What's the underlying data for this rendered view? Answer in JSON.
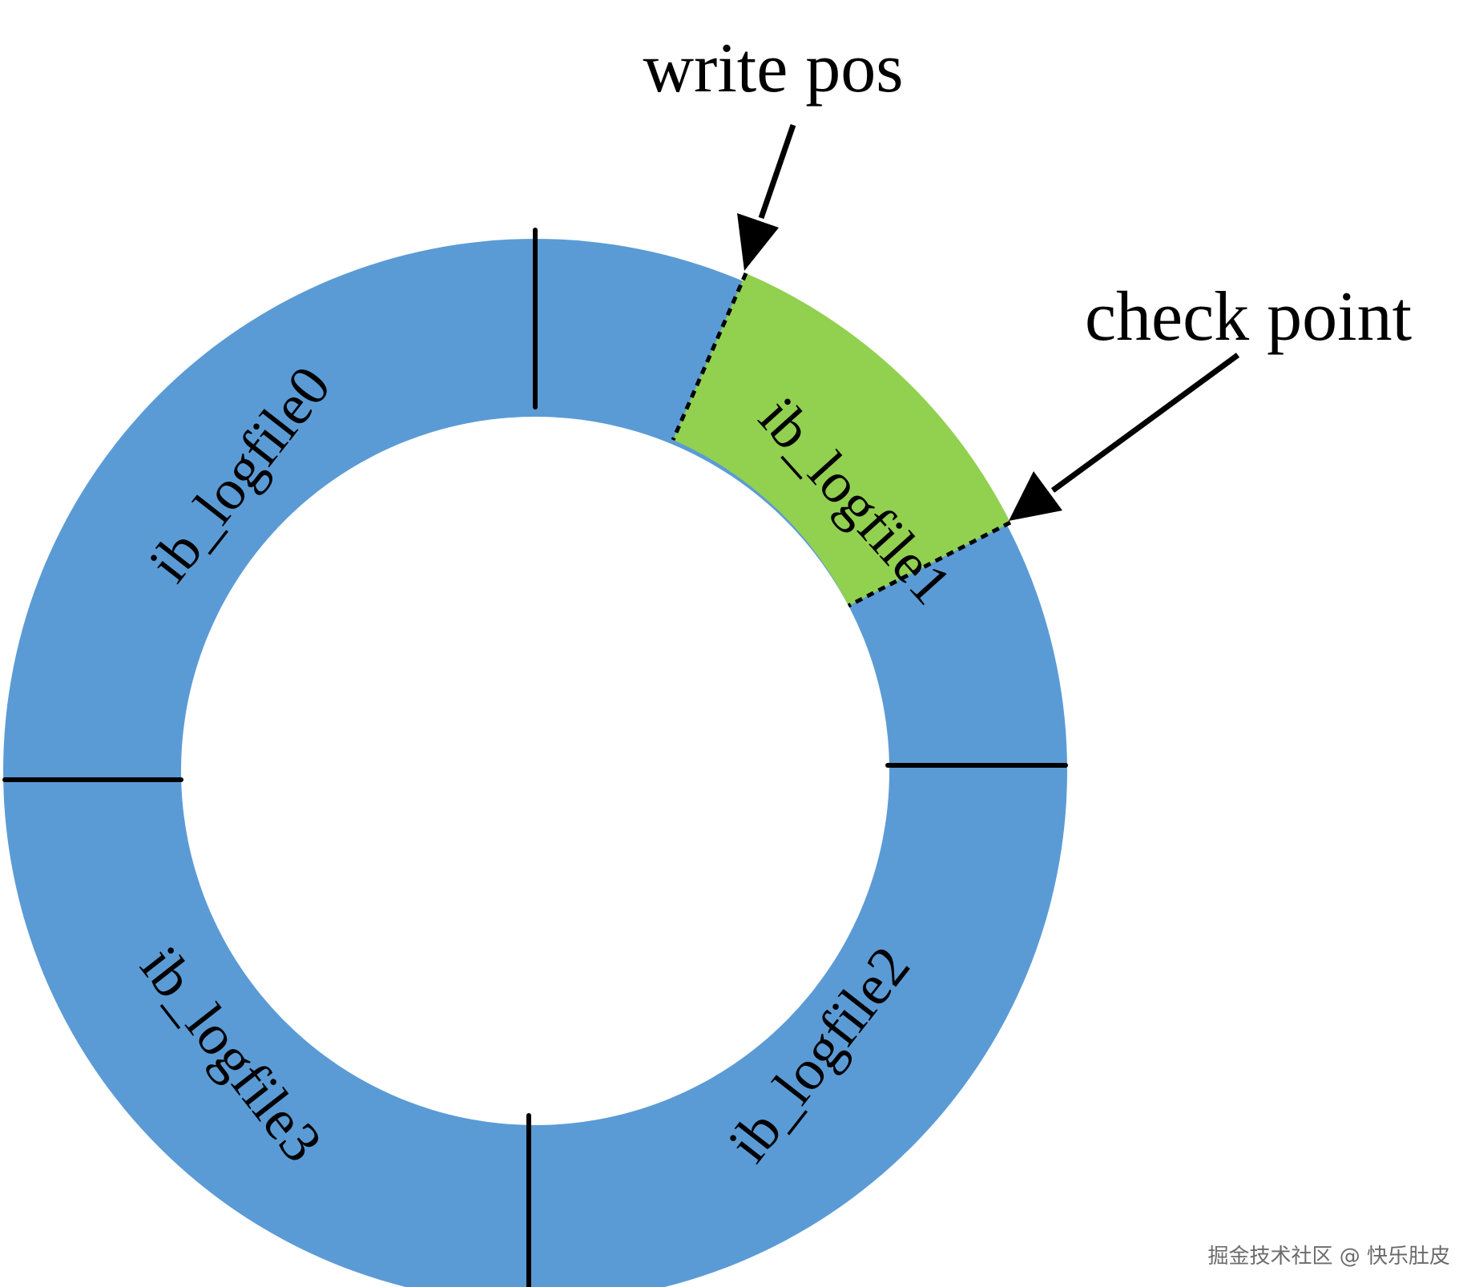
{
  "diagram": {
    "segments": [
      {
        "label": "ib_logfile0"
      },
      {
        "label": "ib_logfile1"
      },
      {
        "label": "ib_logfile2"
      },
      {
        "label": "ib_logfile3"
      }
    ],
    "callouts": {
      "write_pos": "write pos",
      "check_point": "check point"
    },
    "colors": {
      "ring": "#5b9bd5",
      "active_region": "#92d050",
      "lines": "#000000"
    }
  },
  "watermark": "掘金技术社区 @ 快乐肚皮"
}
